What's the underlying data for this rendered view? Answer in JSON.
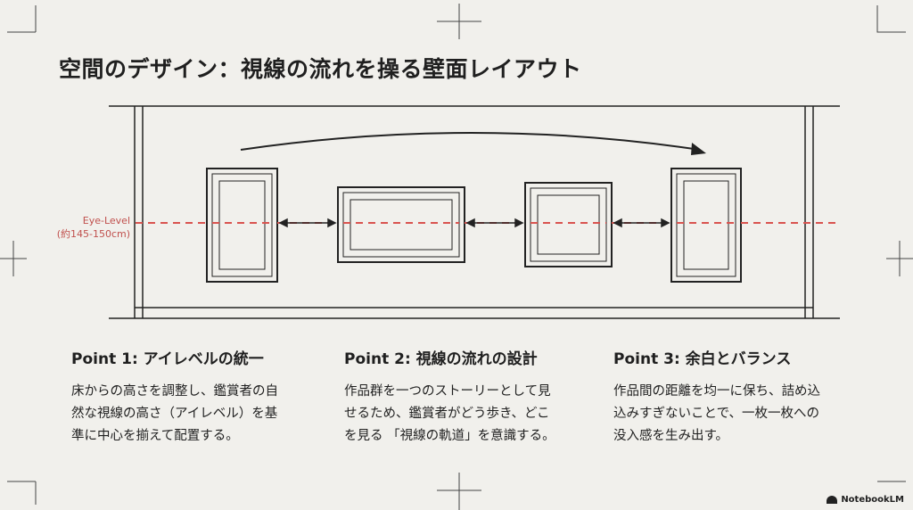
{
  "title": "空間のデザイン：視線の流れを操る壁面レイアウト",
  "eye_level": {
    "label": "Eye-Level",
    "height": "(約145-150cm)"
  },
  "colors": {
    "background": "#f1f0ec",
    "eye_line": "#d9534f",
    "ink": "#222222"
  },
  "points": [
    {
      "heading": "Point 1: アイレベルの統一",
      "lines": [
        "床からの高さを調整し、鑑賞者の自",
        "然な視線の高さ（アイレベル）を基",
        "準に中心を揃えて配置する。"
      ]
    },
    {
      "heading": "Point 2: 視線の流れの設計",
      "lines": [
        "作品群を一つのストーリーとして見",
        "せるため、鑑賞者がどう歩き、どこ",
        "を見る 「視線の軌道」を意識する。"
      ]
    },
    {
      "heading": "Point 3: 余白とバランス",
      "lines": [
        "作品間の距離を均一に保ち、詰め込",
        "込みすぎないことで、一枚一枚への",
        "没入感を生み出す。"
      ]
    }
  ],
  "logo": "NotebookLM"
}
